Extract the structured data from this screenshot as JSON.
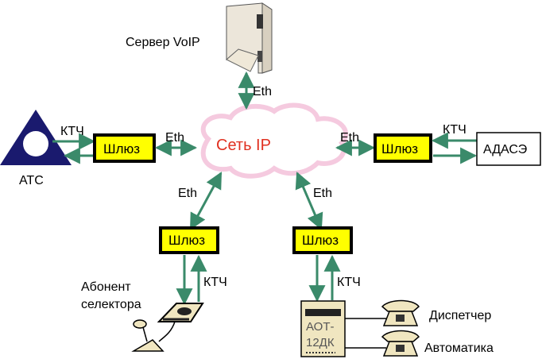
{
  "diagram": {
    "cloud": {
      "label": "Сеть IP",
      "color": "#f4c4dc"
    },
    "server": {
      "label": "Сервер VoIP",
      "link": "Eth"
    },
    "gateways": [
      {
        "label": "Шлюз",
        "position": "left",
        "eth": "Eth",
        "ktch": "КТЧ"
      },
      {
        "label": "Шлюз",
        "position": "right",
        "eth": "Eth",
        "ktch": "КТЧ"
      },
      {
        "label": "Шлюз",
        "position": "bottom-left",
        "eth": "Eth",
        "ktch": "КТЧ"
      },
      {
        "label": "Шлюз",
        "position": "bottom-right",
        "eth": "Eth",
        "ktch": "КТЧ"
      }
    ],
    "endpoints": {
      "atc": "АТС",
      "adase": "АДАСЭ",
      "selector_line1": "Абонент",
      "selector_line2": "селектора",
      "aot_line1": "АОТ-",
      "aot_line2": "12ДК",
      "phone1": "Диспетчер",
      "phone2": "Автоматика"
    },
    "colors": {
      "arrow": "#3a8a6a",
      "gateway_fill": "#ffff00",
      "gateway_border": "#000000",
      "atc_fill": "#1a1a6e",
      "beige": "#f0e6c0"
    }
  }
}
